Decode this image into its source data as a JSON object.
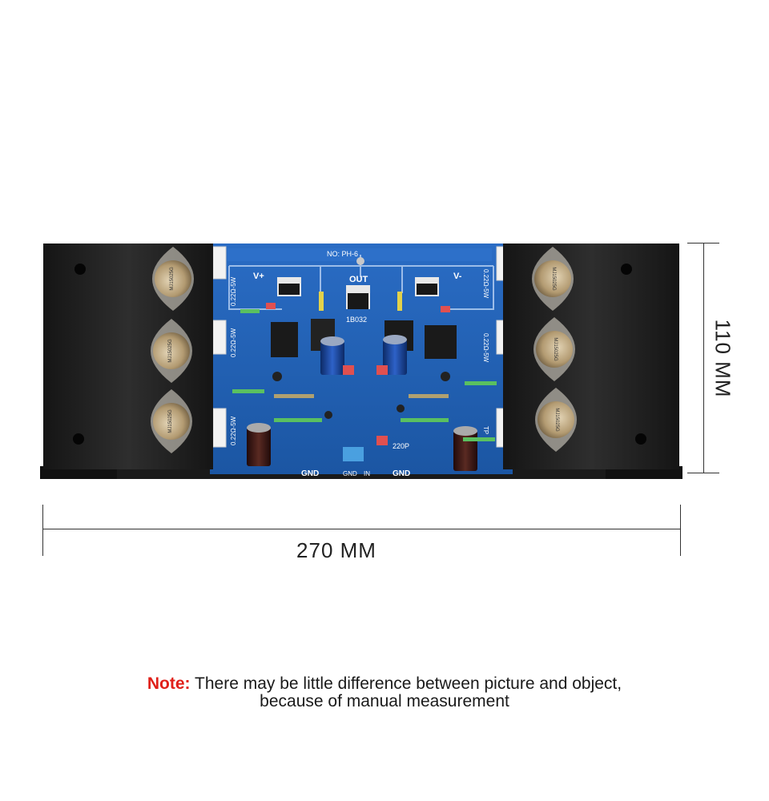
{
  "photo": {
    "subject": "amplifier-board-on-heatsinks",
    "pcb_labels": {
      "board_code": "NO: PH-6",
      "out": "OUT",
      "gnd_left": "GND",
      "gnd_right": "GND",
      "in": "IN",
      "gnd_small": "GND",
      "v_plus": "V+",
      "v_minus": "V-",
      "res_tl": "0.22Ω-5W",
      "res_tr": "0.22Ω-5W",
      "res_ml": "0.22Ω-5W",
      "res_mr": "0.22Ω-5W",
      "res_bl": "0.22Ω-5W",
      "chip_code": "1B032",
      "cap_label": "220P",
      "tp_label": "TP"
    },
    "transistor_text": "MJ15025G",
    "colors": {
      "heatsink": "#1c1c1c",
      "pcb": "#1f5fb0",
      "transistor": "#b9a27c"
    }
  },
  "dimensions": {
    "width_label": "270 MM",
    "height_label": "110 MM"
  },
  "note": {
    "label": "Note:",
    "line1": "There may be little difference between picture and object,",
    "line2": "because of manual measurement"
  }
}
